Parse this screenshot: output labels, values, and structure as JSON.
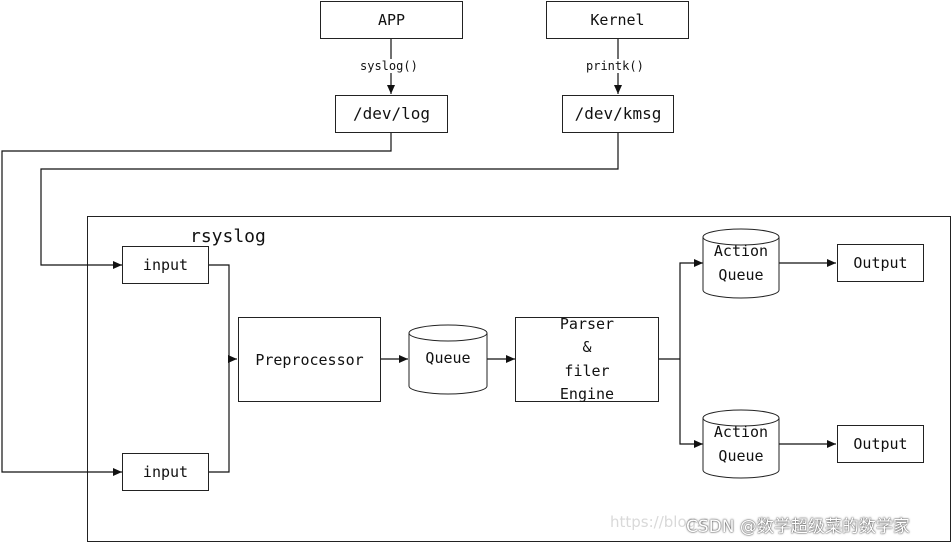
{
  "nodes": {
    "app": "APP",
    "kernel": "Kernel",
    "dev_log": "/dev/log",
    "dev_kmsg": "/dev/kmsg",
    "rsyslog": "rsyslog",
    "input_top": "input",
    "input_bottom": "input",
    "preprocessor": "Preprocessor",
    "queue": "Queue",
    "parser_lines": [
      "Parser",
      "&",
      "filer",
      "Engine"
    ],
    "action_queue_top": [
      "Action",
      "Queue"
    ],
    "action_queue_bottom": [
      "Action",
      "Queue"
    ],
    "output_top": "Output",
    "output_bottom": "Output"
  },
  "edge_labels": {
    "syslog_call": "syslog()",
    "printk_call": "printk()"
  },
  "watermark": {
    "url_fragment": "https://blog.c",
    "text": "CSDN @数学超级菜的数学家"
  }
}
